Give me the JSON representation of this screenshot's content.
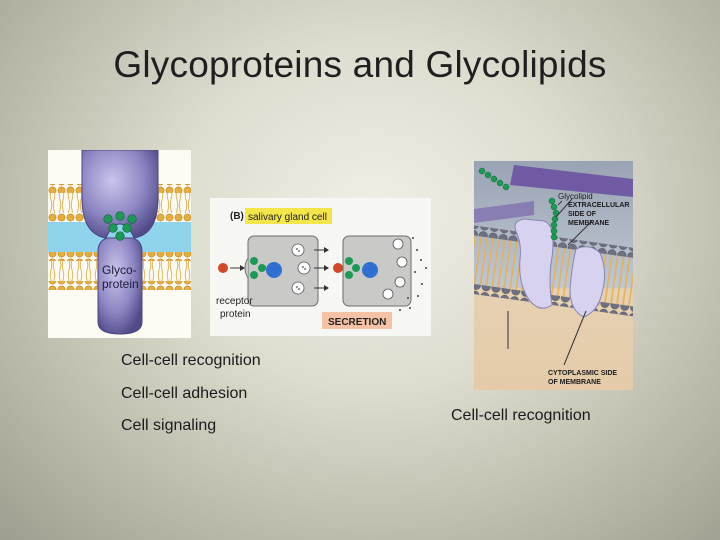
{
  "slide": {
    "title": "Glycoproteins and Glycolipids",
    "bullets": [
      "Cell-cell recognition",
      "Cell-cell adhesion",
      "Cell signaling"
    ],
    "right_caption": "Cell-cell recognition"
  },
  "figure_left": {
    "protein_label": "Glyco-\nprotein"
  },
  "figure_middle": {
    "panel_tag": "(B)",
    "cell_label": "salivary gland cell",
    "receptor_label": "receptor\nprotein",
    "secretion_label": "SECRETION"
  },
  "figure_right": {
    "glycolipid_label": "Glycolipid",
    "extracellular_label": "EXTRACELLULAR\nSIDE OF\nMEMBRANE",
    "cytoplasmic_label": "CYTOPLASMIC SIDE\nOF MEMBRANE"
  },
  "colors": {
    "lipid_head": "#e6ae3c",
    "membrane_band": "#8fd3ec",
    "protein": "#8d86c3",
    "sugar": "#1c9a55",
    "label_highlight": "#f2e64a",
    "secretion_box": "#f6c2a5"
  }
}
